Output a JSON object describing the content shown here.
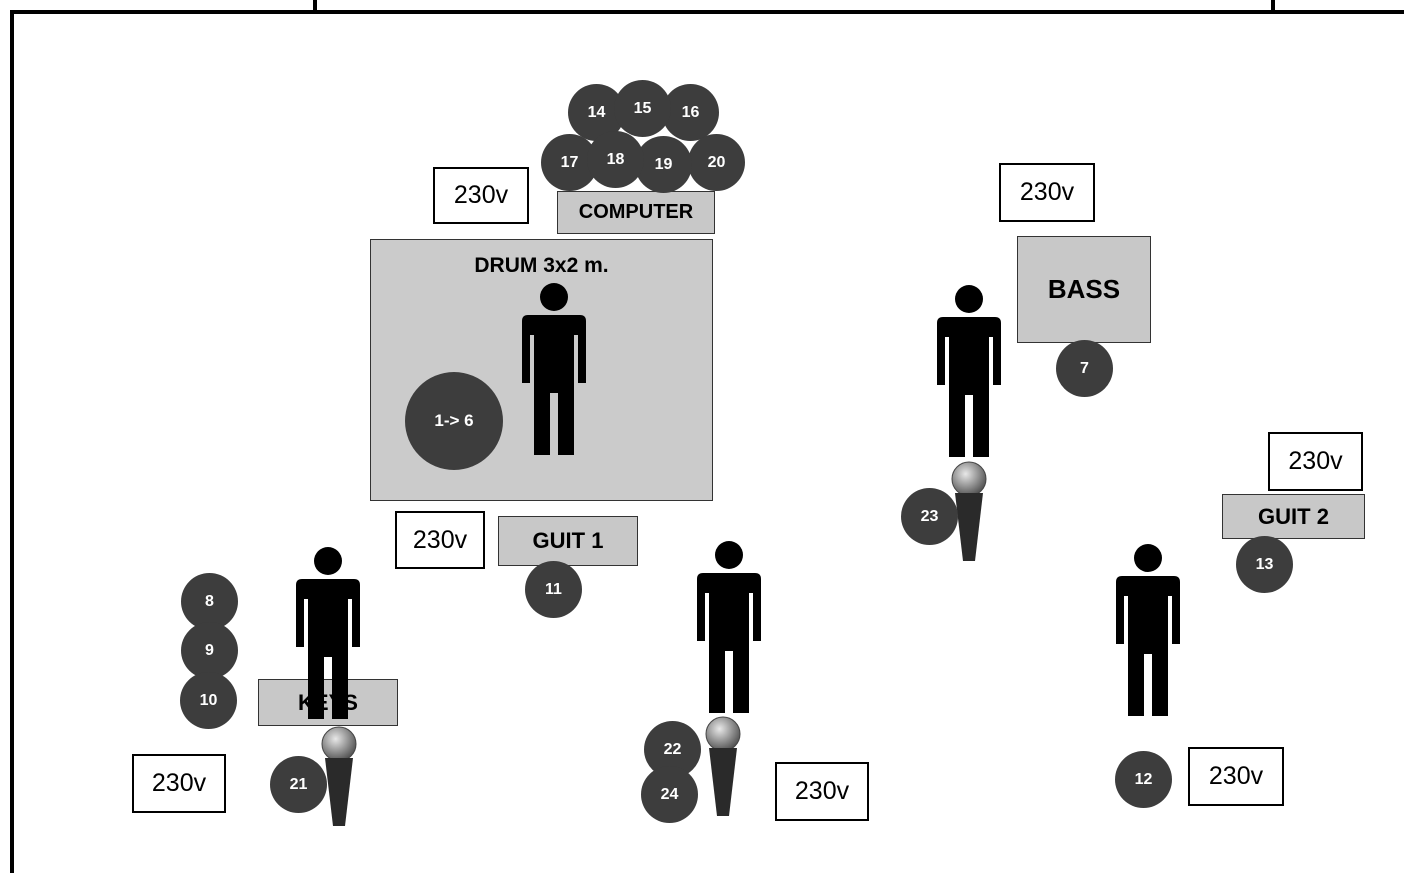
{
  "outlets": [
    "230v",
    "230v",
    "230v",
    "230v",
    "230v",
    "230v",
    "230v"
  ],
  "labels": {
    "computer": "COMPUTER",
    "drum": "DRUM 3x2 m.",
    "bass": "BASS",
    "guit1": "GUIT 1",
    "guit2": "GUIT 2",
    "keys": "KEYS"
  },
  "channels": {
    "drums": "1-> 6",
    "c7": "7",
    "c8": "8",
    "c9": "9",
    "c10": "10",
    "c11": "11",
    "c12": "12",
    "c13": "13",
    "c14": "14",
    "c15": "15",
    "c16": "16",
    "c17": "17",
    "c18": "18",
    "c19": "19",
    "c20": "20",
    "c21": "21",
    "c22": "22",
    "c23": "23",
    "c24": "24"
  }
}
